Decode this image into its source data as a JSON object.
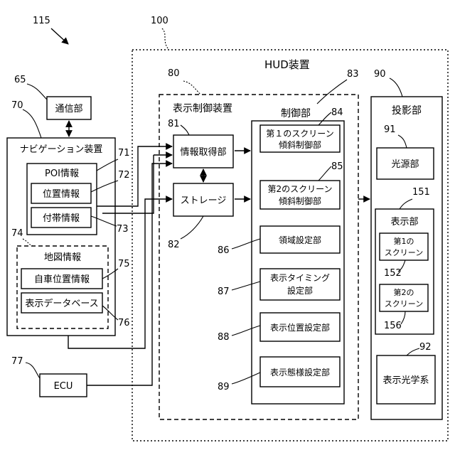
{
  "ref_numbers": {
    "system": "115",
    "hud_device": "100",
    "display_controller": "80",
    "comm_unit": "65",
    "navigation": "70",
    "poi_info": "71",
    "position_info": "72",
    "supplementary_info": "73",
    "map_info": "74",
    "own_vehicle_position": "75",
    "display_database": "76",
    "ecu": "77",
    "info_acquisition": "81",
    "storage": "82",
    "control_unit": "83",
    "first_screen_tilt": "84",
    "second_screen_tilt": "85",
    "area_setting": "86",
    "timing_setting": "87",
    "position_setting": "88",
    "mode_setting": "89",
    "projection_unit": "90",
    "light_source": "91",
    "display_unit": "151",
    "first_screen": "152",
    "second_screen": "156",
    "display_optics": "92"
  },
  "labels": {
    "hud_device": "HUD装置",
    "display_controller": "表示制御装置",
    "comm_unit": "通信部",
    "navigation": "ナビゲーション装置",
    "poi_info": "POI情報",
    "position_info": "位置情報",
    "supplementary_info": "付帯情報",
    "map_info": "地図情報",
    "own_vehicle_position": "自車位置情報",
    "display_database": "表示データベース",
    "ecu": "ECU",
    "info_acquisition": "情報取得部",
    "storage": "ストレージ",
    "control_unit": "制御部",
    "first_screen_tilt_l1": "第１のスクリーン",
    "first_screen_tilt_l2": "傾斜制御部",
    "second_screen_tilt_l1": "第2のスクリーン",
    "second_screen_tilt_l2": "傾斜制御部",
    "area_setting": "領域設定部",
    "timing_setting_l1": "表示タイミング",
    "timing_setting_l2": "設定部",
    "position_setting": "表示位置設定部",
    "mode_setting": "表示態様設定部",
    "projection_unit": "投影部",
    "light_source": "光源部",
    "display_unit": "表示部",
    "first_screen_l1": "第1の",
    "first_screen_l2": "スクリーン",
    "second_screen_l1": "第2の",
    "second_screen_l2": "スクリーン",
    "display_optics": "表示光学系"
  }
}
